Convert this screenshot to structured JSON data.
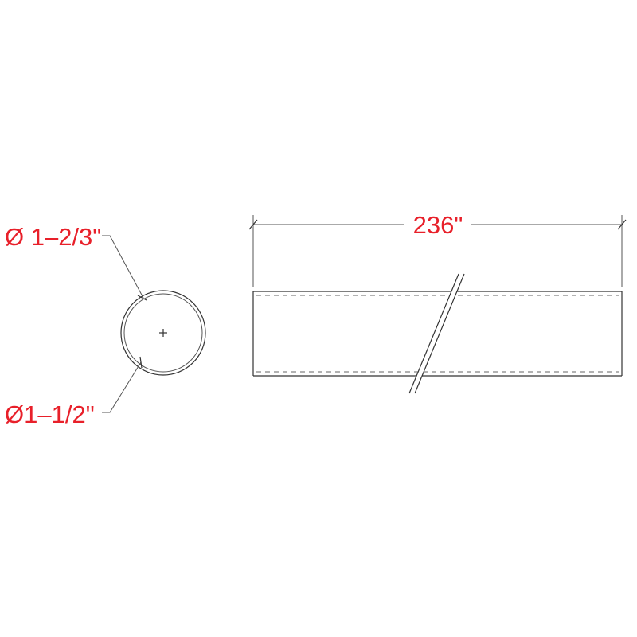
{
  "dimensions": {
    "outer_diameter": "Ø 1–2/3\"",
    "inner_diameter": "Ø1–1/2\"",
    "length": "236\""
  },
  "colors": {
    "dimension_text": "#e8202a",
    "linework": "#333333",
    "background": "#ffffff"
  }
}
